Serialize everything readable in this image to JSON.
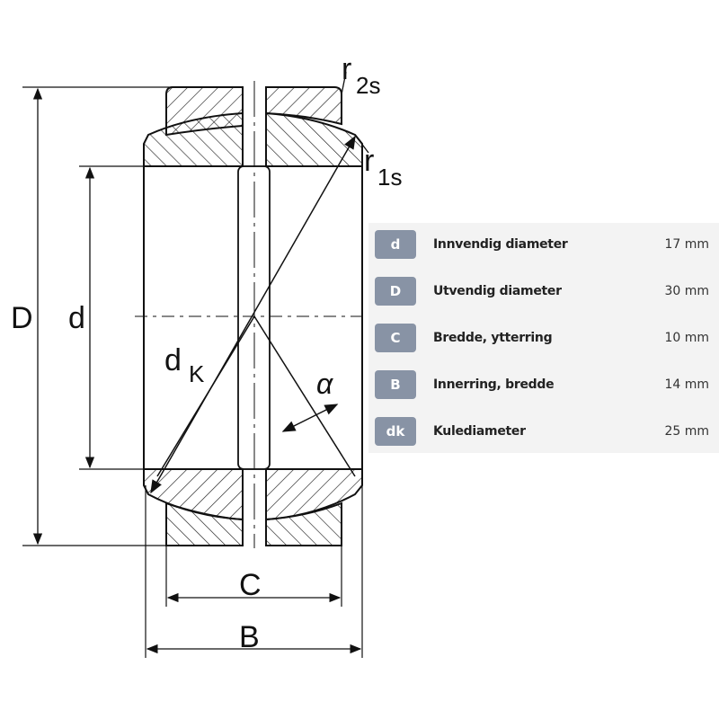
{
  "drawing": {
    "labels": {
      "D": "D",
      "d": "d",
      "dK_main": "d",
      "dK_sub": "K",
      "alpha": "α",
      "C": "C",
      "B": "B",
      "r2s_main": "r",
      "r2s_sub": "2s",
      "r1s_main": "r",
      "r1s_sub": "1s"
    }
  },
  "table": {
    "rows": [
      {
        "symbol": "d",
        "label": "Innvendig diameter",
        "value": "17 mm"
      },
      {
        "symbol": "D",
        "label": "Utvendig diameter",
        "value": "30 mm"
      },
      {
        "symbol": "C",
        "label": "Bredde, ytterring",
        "value": "10 mm"
      },
      {
        "symbol": "B",
        "label": "Innerring, bredde",
        "value": "14 mm"
      },
      {
        "symbol": "dk",
        "label": "Kulediameter",
        "value": "25 mm"
      }
    ]
  },
  "colors": {
    "badge": "#8893a5",
    "panel": "#f3f3f3"
  }
}
